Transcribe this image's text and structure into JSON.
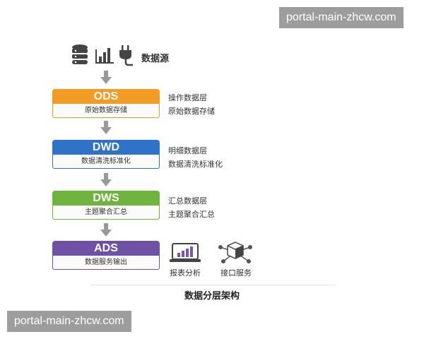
{
  "watermark_top": "portal-main-zhcw.com",
  "watermark_bottom": "portal-main-zhcw.com",
  "source_label": "数据源",
  "layers": [
    {
      "name": "ODS",
      "sub": "原始数据存储",
      "desc1": "操作数据层",
      "desc2": "原始数据存储",
      "color": "#f39c25"
    },
    {
      "name": "DWD",
      "sub": "数据清洗标准化",
      "desc1": "明细数据层",
      "desc2": "数据清洗标准化",
      "color": "#2f73c9"
    },
    {
      "name": "DWS",
      "sub": "主题聚合汇总",
      "desc1": "汇总数据层",
      "desc2": "主题聚合汇总",
      "color": "#6fb43f"
    },
    {
      "name": "ADS",
      "sub": "数据服务输出",
      "desc1": "",
      "desc2": "",
      "color": "#6f52a6"
    }
  ],
  "outputs": [
    {
      "label": "报表分析",
      "icon": "report-chart-icon"
    },
    {
      "label": "接口服务",
      "icon": "api-cube-icon"
    }
  ],
  "caption": "数据分层架构"
}
